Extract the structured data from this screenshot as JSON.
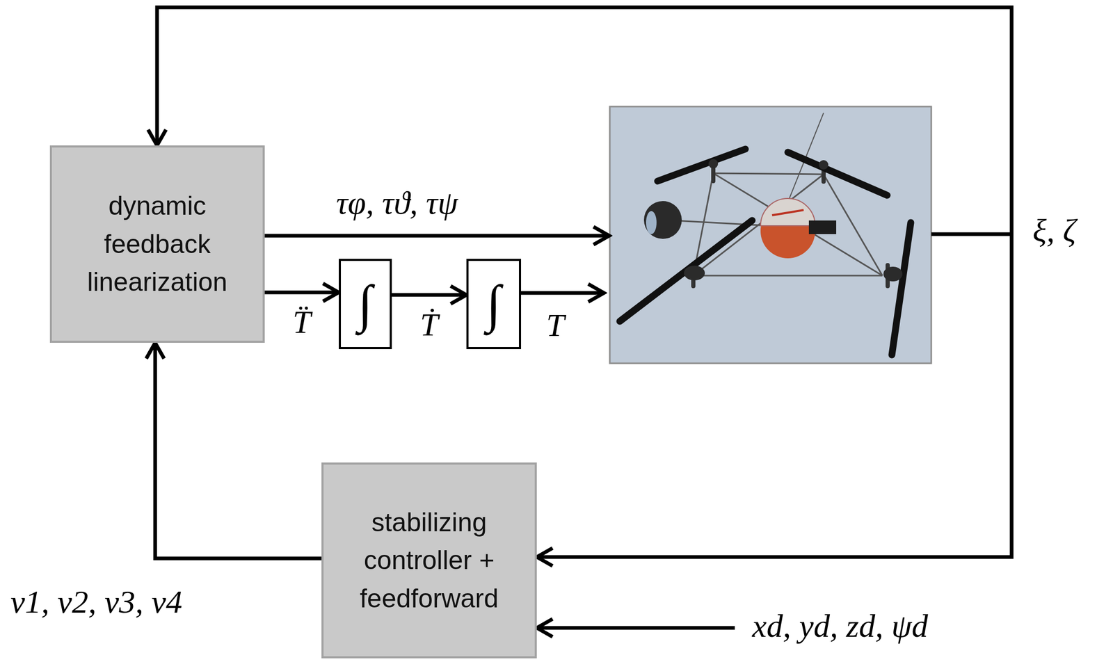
{
  "diagram": {
    "nodes": [
      {
        "text": [
          "dynamic feedback linearization"
        ]
      },
      {
        "text": [
          "∫"
        ]
      },
      {
        "text": [
          "∫"
        ]
      },
      {
        "text": [
          "stabilizing controller + feedforward"
        ]
      }
    ],
    "edges": [
      {
        "from": 0,
        "to": 1,
        "arrow": "to",
        "label": "T̈"
      },
      {
        "from": 1,
        "to": 2,
        "arrow": "to",
        "label": "Ṫ"
      },
      {
        "from": 3,
        "to": 0,
        "arrow": "to"
      }
    ],
    "labels": [
      "τφ, τϑ, τψ",
      "T",
      "ξ, ζ",
      "v1, v2, v3, v4",
      "xd, yd, zd, ψd"
    ]
  }
}
